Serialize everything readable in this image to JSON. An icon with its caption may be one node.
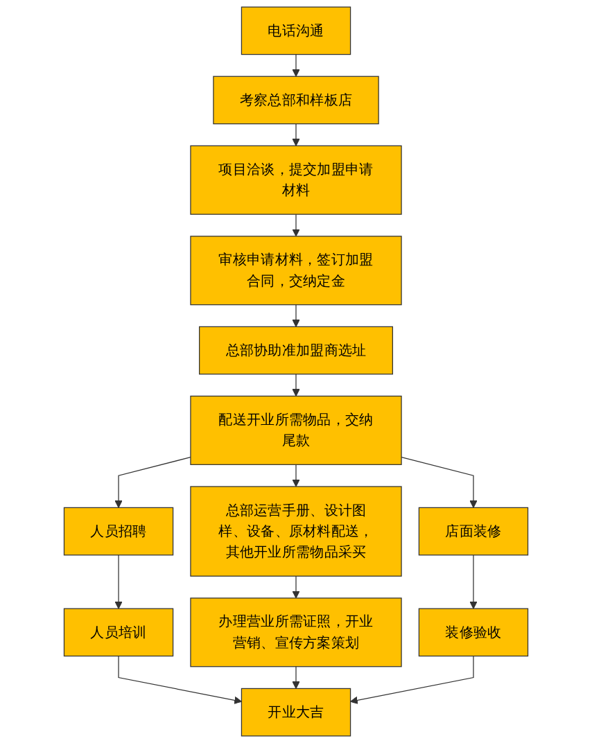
{
  "diagram": {
    "nodes": [
      {
        "text": [
          "电话沟通"
        ]
      },
      {
        "text": [
          "考察总部和样板店"
        ]
      },
      {
        "text": [
          "项目洽谈，提交加盟申请材料"
        ]
      },
      {
        "text": [
          "审核申请材料，签订加盟合同，交纳定金"
        ]
      },
      {
        "text": [
          "总部协助准加盟商选址"
        ]
      },
      {
        "text": [
          "配送开业所需物品，交纳尾款"
        ]
      },
      {
        "text": [
          "人员招聘"
        ]
      },
      {
        "text": [
          "总部运营手册、设计图样、设备、原材料配送，其他开业所需物品采买"
        ]
      },
      {
        "text": [
          "店面装修"
        ]
      },
      {
        "text": [
          "人员培训"
        ]
      },
      {
        "text": [
          "办理营业所需证照，开业营销、宣传方案策划"
        ]
      },
      {
        "text": [
          "装修验收"
        ]
      },
      {
        "text": [
          "开业大吉"
        ]
      }
    ],
    "edges": [
      {
        "from": 0,
        "to": 1,
        "arrow": "to"
      },
      {
        "from": 1,
        "to": 2,
        "arrow": "to"
      },
      {
        "from": 2,
        "to": 3,
        "arrow": "to"
      },
      {
        "from": 3,
        "to": 4,
        "arrow": "to"
      },
      {
        "from": 4,
        "to": 5,
        "arrow": "to"
      },
      {
        "from": 5,
        "to": 6,
        "arrow": "to"
      },
      {
        "from": 5,
        "to": 7,
        "arrow": "to"
      },
      {
        "from": 5,
        "to": 8,
        "arrow": "to"
      },
      {
        "from": 6,
        "to": 9,
        "arrow": "to"
      },
      {
        "from": 7,
        "to": 10,
        "arrow": "to"
      },
      {
        "from": 8,
        "to": 11,
        "arrow": "to"
      },
      {
        "from": 9,
        "to": 12,
        "arrow": "to"
      },
      {
        "from": 10,
        "to": 12,
        "arrow": "to"
      },
      {
        "from": 11,
        "to": 12,
        "arrow": "to"
      }
    ]
  }
}
